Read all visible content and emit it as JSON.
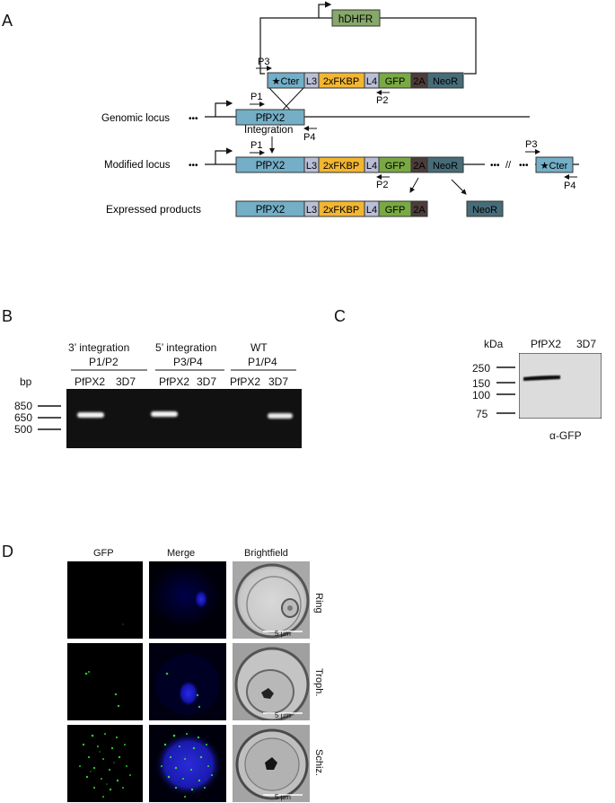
{
  "panels": {
    "a": "A",
    "b": "B",
    "c": "C",
    "d": "D"
  },
  "colors": {
    "pfpx2": "#74aec7",
    "cter": "#74aec7",
    "linker": "#b9bfd6",
    "fkbp": "#f2b632",
    "gfp": "#79a944",
    "t2a": "#4d3c3a",
    "neor": "#476c79",
    "hdhfr": "#86a86a"
  },
  "panel_a": {
    "hdhfr": "hDHFR",
    "cter": "★Cter",
    "l3": "L3",
    "fkbp": "2xFKBP",
    "l4": "L4",
    "gfp": "GFP",
    "t2a": "2A",
    "neor": "NeoR",
    "pfpx2": "PfPX2",
    "p1": "P1",
    "p2": "P2",
    "p3": "P3",
    "p4": "P4",
    "genomic_locus": "Genomic locus",
    "integration": "Integration",
    "modified_locus": "Modified locus",
    "expressed_products": "Expressed products",
    "dots": "•••",
    "break_mark": "//"
  },
  "panel_b": {
    "groups": [
      {
        "title": "3’ integration",
        "primers": "P1/P2"
      },
      {
        "title": "5’ integration",
        "primers": "P3/P4"
      },
      {
        "title": "WT",
        "primers": "P1/P4"
      }
    ],
    "lanes": [
      "PfPX2",
      "3D7",
      "PfPX2",
      "3D7",
      "PfPX2",
      "3D7"
    ],
    "unit": "bp",
    "markers": [
      "850",
      "650",
      "500"
    ]
  },
  "panel_c": {
    "unit": "kDa",
    "lanes": [
      "PfPX2",
      "3D7"
    ],
    "markers": [
      "250",
      "150",
      "100",
      "75"
    ],
    "antibody": "α-GFP"
  },
  "panel_d": {
    "columns": [
      "GFP",
      "Merge",
      "Brightfield"
    ],
    "rows": [
      "Ring",
      "Troph.",
      "Schiz."
    ],
    "scalebar": "5 µm"
  }
}
